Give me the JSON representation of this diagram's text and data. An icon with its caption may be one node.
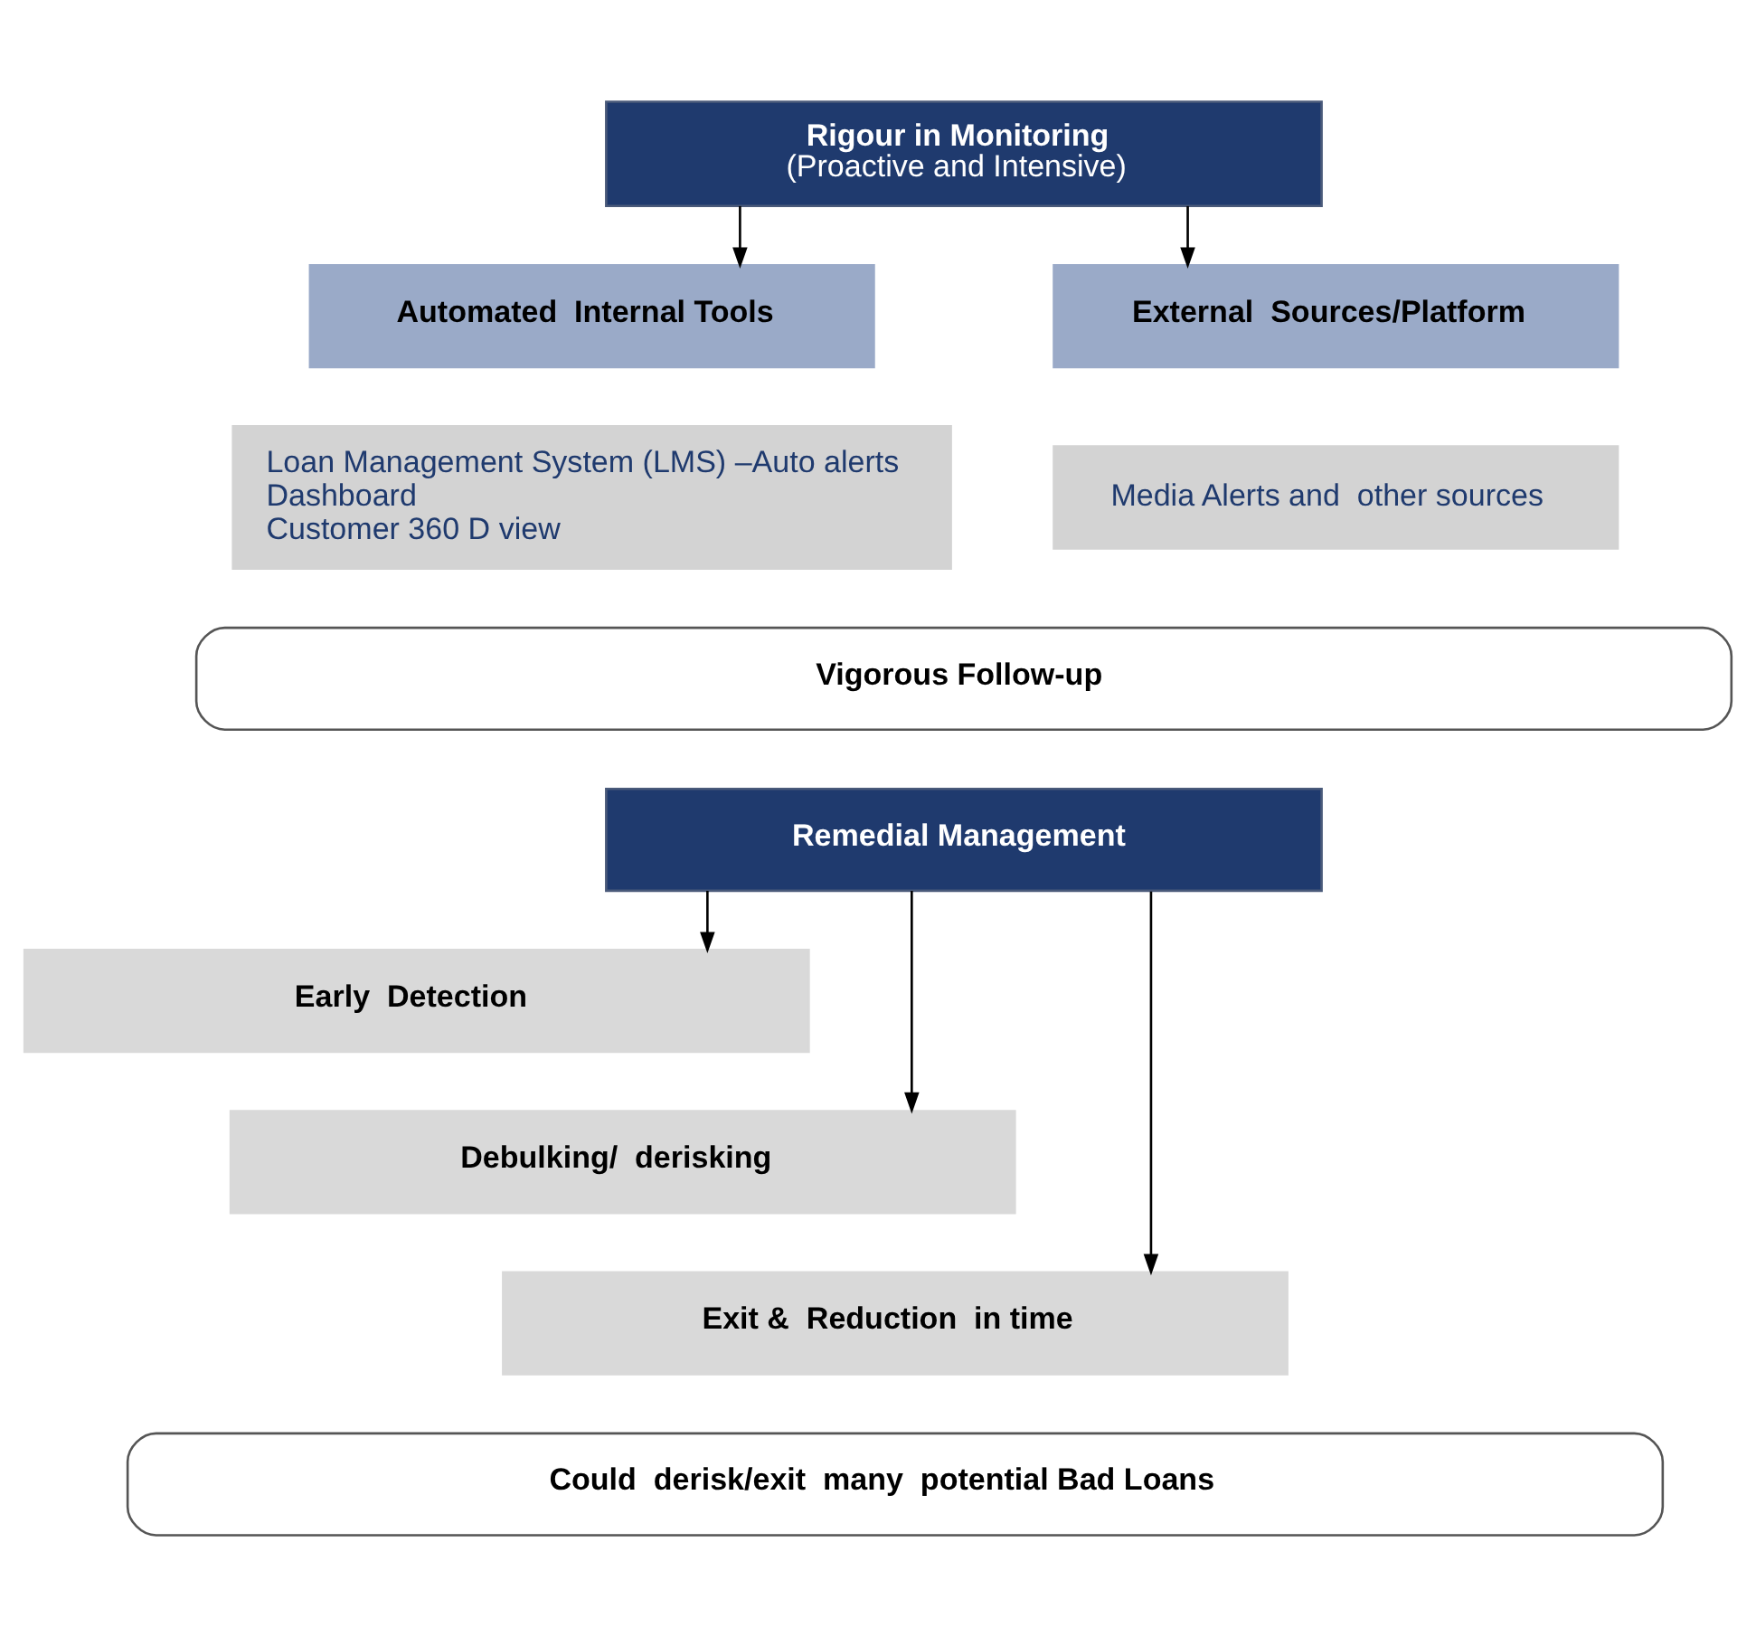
{
  "diagram": {
    "nodes": [
      {
        "text": [
          "Rigour in Monitoring",
          "(Proactive and Intensive)"
        ]
      },
      {
        "text": [
          "Automated  Internal Tools"
        ]
      },
      {
        "text": [
          "Loan Management System (LMS) –Auto alerts",
          "Dashboard",
          "Customer 360 D view"
        ]
      },
      {
        "text": [
          "External  Sources/Platform"
        ]
      },
      {
        "text": [
          "Media Alerts and  other sources"
        ]
      },
      {
        "text": [
          "Vigorous Follow-up"
        ]
      },
      {
        "text": [
          "Remedial Management"
        ]
      },
      {
        "text": [
          "Early  Detection"
        ]
      },
      {
        "text": [
          "Debulking/  derisking"
        ]
      },
      {
        "text": [
          "Exit &  Reduction  in time"
        ]
      },
      {
        "text": [
          "Could  derisk/exit  many  potential Bad Loans"
        ]
      }
    ],
    "edges": [
      {
        "from": 0,
        "to": 1,
        "arrow": "to"
      },
      {
        "from": 0,
        "to": 3,
        "arrow": "to"
      },
      {
        "from": 6,
        "to": 7,
        "arrow": "to"
      },
      {
        "from": 6,
        "to": 8,
        "arrow": "to"
      },
      {
        "from": 6,
        "to": 9,
        "arrow": "to"
      }
    ]
  }
}
